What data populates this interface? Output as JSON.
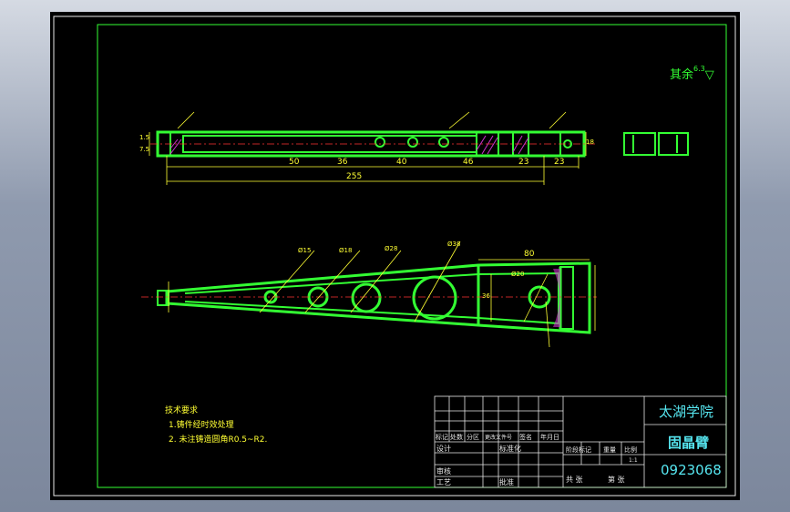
{
  "drawing": {
    "roughness_note": "其余",
    "roughness_value": "6.3",
    "tech_requirements": {
      "title": "技术要求",
      "items": [
        "1.铸件经时效处理",
        "2. 未注铸造圆角R0.5~R2."
      ]
    },
    "dims_top": [
      "50",
      "36",
      "40",
      "46",
      "23",
      "23",
      "255"
    ],
    "dims_top_vertical": [
      "7.5",
      "1.5",
      "18"
    ],
    "dims_plan": [
      "Ø15",
      "Ø18",
      "Ø28",
      "Ø38",
      "80",
      "36",
      "Ø20"
    ],
    "title_block": {
      "school": "太湖学院",
      "part_name": "固晶臂",
      "drawing_no": "0923068",
      "scale": "1:1",
      "row_labels": [
        "标记",
        "处数",
        "分区",
        "更改文件号",
        "签名",
        "年月日"
      ],
      "design_label": "设计",
      "standard_label": "标准化",
      "stage_label": "阶段标记",
      "weight_label": "重量",
      "scale_label": "比例",
      "check_label": "审核",
      "process_label": "工艺",
      "approve_label": "批准",
      "sheets_total_label": "共   张",
      "sheet_label": "第   张"
    },
    "colors": {
      "background": "#000000",
      "outline": "#33ff33",
      "dimension": "#ffff33",
      "text": "#e8e8e8",
      "hatch": "#cc33cc",
      "centerline": "#ff3333"
    }
  }
}
